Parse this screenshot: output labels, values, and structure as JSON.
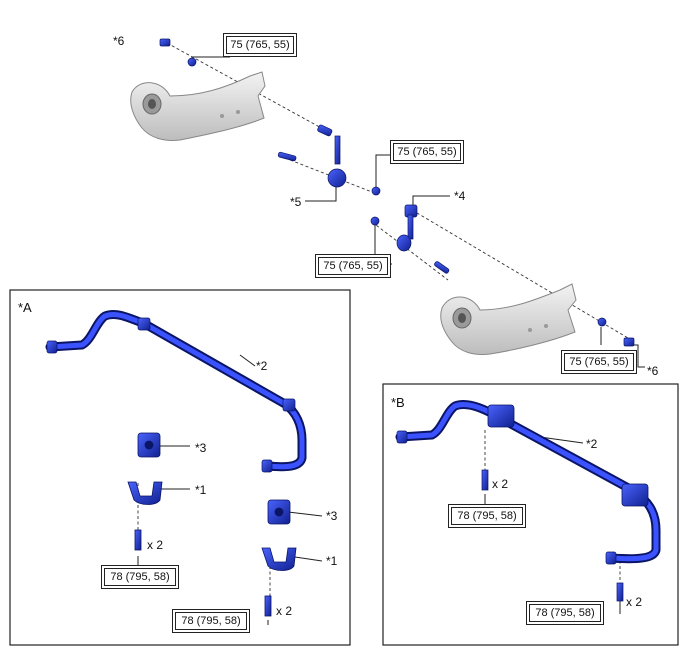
{
  "callouts": {
    "item1": "*1",
    "item2": "*2",
    "item3": "*3",
    "item4": "*4",
    "item5": "*5",
    "item6": "*6"
  },
  "panels": {
    "a": {
      "title": "*A"
    },
    "b": {
      "title": "*B"
    }
  },
  "torque": {
    "link_nut": "75 (765, 55)",
    "bracket_bolt": "78 (795, 58)"
  },
  "quantity": "x 2",
  "colors": {
    "part_blue": "#1e33c9",
    "arm_silver": "#d7d7d7",
    "line": "#222222"
  }
}
